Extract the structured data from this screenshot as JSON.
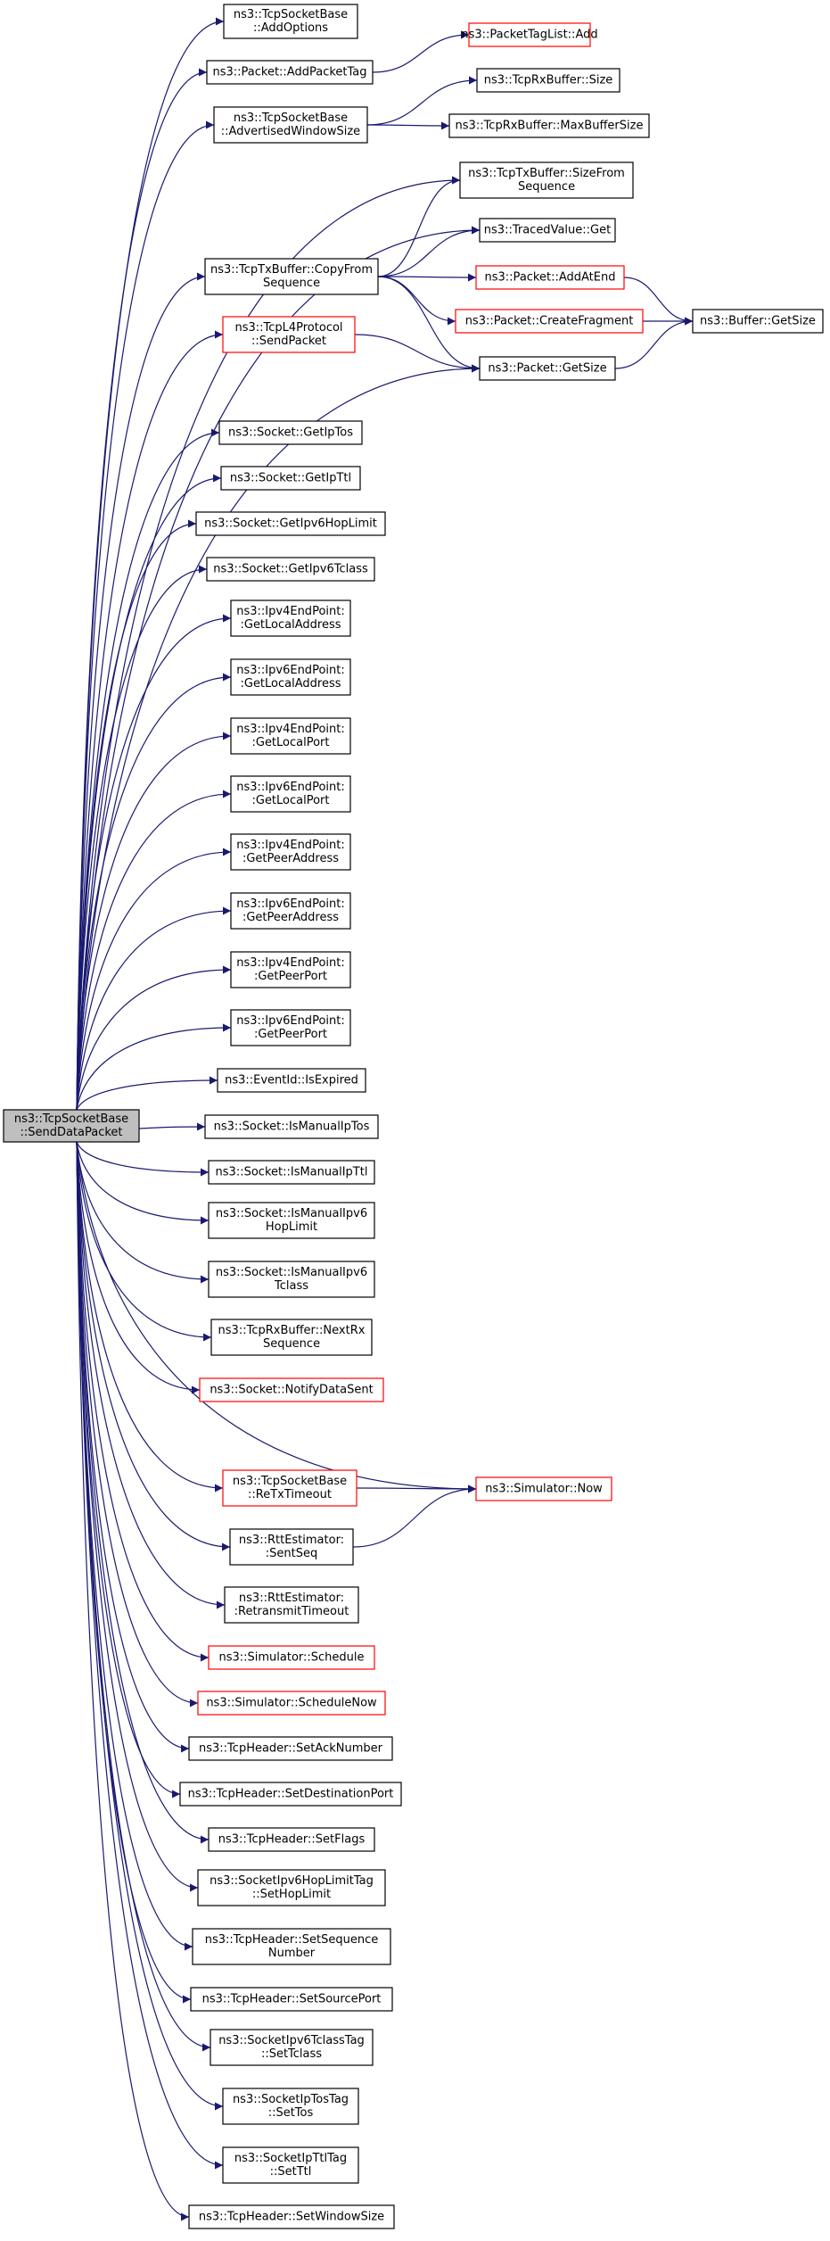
{
  "graph": {
    "colors": {
      "edge": "#191970",
      "box_black": "#000000",
      "box_red": "#ff0000",
      "root_fill": "#bfbfbf",
      "node_fill": "#ffffff",
      "text": "#000000"
    },
    "nodes": [
      {
        "id": "root",
        "lines": [
          "ns3::TcpSocketBase",
          "::SendDataPacket"
        ],
        "border": "black",
        "root": true
      },
      {
        "id": "addoptions",
        "lines": [
          "ns3::TcpSocketBase",
          "::AddOptions"
        ],
        "border": "black"
      },
      {
        "id": "addpackettag",
        "lines": [
          "ns3::Packet::AddPacketTag"
        ],
        "border": "black"
      },
      {
        "id": "packettaglistadd",
        "lines": [
          "ns3::PacketTagList::Add"
        ],
        "border": "red"
      },
      {
        "id": "advwin",
        "lines": [
          "ns3::TcpSocketBase",
          "::AdvertisedWindowSize"
        ],
        "border": "black"
      },
      {
        "id": "rxsize",
        "lines": [
          "ns3::TcpRxBuffer::Size"
        ],
        "border": "black"
      },
      {
        "id": "rxmax",
        "lines": [
          "ns3::TcpRxBuffer::MaxBufferSize"
        ],
        "border": "black"
      },
      {
        "id": "txsizefrom",
        "lines": [
          "ns3::TcpTxBuffer::SizeFrom",
          "Sequence"
        ],
        "border": "black"
      },
      {
        "id": "tracedget",
        "lines": [
          "ns3::TracedValue::Get"
        ],
        "border": "black"
      },
      {
        "id": "copyfrom",
        "lines": [
          "ns3::TcpTxBuffer::CopyFrom",
          "Sequence"
        ],
        "border": "black"
      },
      {
        "id": "addatend",
        "lines": [
          "ns3::Packet::AddAtEnd"
        ],
        "border": "red"
      },
      {
        "id": "createfrag",
        "lines": [
          "ns3::Packet::CreateFragment"
        ],
        "border": "red"
      },
      {
        "id": "buffergetsize",
        "lines": [
          "ns3::Buffer::GetSize"
        ],
        "border": "black"
      },
      {
        "id": "l4send",
        "lines": [
          "ns3::TcpL4Protocol",
          "::SendPacket"
        ],
        "border": "red"
      },
      {
        "id": "packetgetsize",
        "lines": [
          "ns3::Packet::GetSize"
        ],
        "border": "black"
      },
      {
        "id": "getiptos",
        "lines": [
          "ns3::Socket::GetIpTos"
        ],
        "border": "black"
      },
      {
        "id": "getipttl",
        "lines": [
          "ns3::Socket::GetIpTtl"
        ],
        "border": "black"
      },
      {
        "id": "getipv6hop",
        "lines": [
          "ns3::Socket::GetIpv6HopLimit"
        ],
        "border": "black"
      },
      {
        "id": "getipv6tc",
        "lines": [
          "ns3::Socket::GetIpv6Tclass"
        ],
        "border": "black"
      },
      {
        "id": "ipv4localaddr",
        "lines": [
          "ns3::Ipv4EndPoint:",
          ":GetLocalAddress"
        ],
        "border": "black"
      },
      {
        "id": "ipv6localaddr",
        "lines": [
          "ns3::Ipv6EndPoint:",
          ":GetLocalAddress"
        ],
        "border": "black"
      },
      {
        "id": "ipv4localport",
        "lines": [
          "ns3::Ipv4EndPoint:",
          ":GetLocalPort"
        ],
        "border": "black"
      },
      {
        "id": "ipv6localport",
        "lines": [
          "ns3::Ipv6EndPoint:",
          ":GetLocalPort"
        ],
        "border": "black"
      },
      {
        "id": "ipv4peeraddr",
        "lines": [
          "ns3::Ipv4EndPoint:",
          ":GetPeerAddress"
        ],
        "border": "black"
      },
      {
        "id": "ipv6peeraddr",
        "lines": [
          "ns3::Ipv6EndPoint:",
          ":GetPeerAddress"
        ],
        "border": "black"
      },
      {
        "id": "ipv4peerport",
        "lines": [
          "ns3::Ipv4EndPoint:",
          ":GetPeerPort"
        ],
        "border": "black"
      },
      {
        "id": "ipv6peerport",
        "lines": [
          "ns3::Ipv6EndPoint:",
          ":GetPeerPort"
        ],
        "border": "black"
      },
      {
        "id": "isexpired",
        "lines": [
          "ns3::EventId::IsExpired"
        ],
        "border": "black"
      },
      {
        "id": "ismaniptos",
        "lines": [
          "ns3::Socket::IsManualIpTos"
        ],
        "border": "black"
      },
      {
        "id": "ismanipttl",
        "lines": [
          "ns3::Socket::IsManualIpTtl"
        ],
        "border": "black"
      },
      {
        "id": "ismanv6hop",
        "lines": [
          "ns3::Socket::IsManualIpv6",
          "HopLimit"
        ],
        "border": "black"
      },
      {
        "id": "ismanv6tc",
        "lines": [
          "ns3::Socket::IsManualIpv6",
          "Tclass"
        ],
        "border": "black"
      },
      {
        "id": "nextrx",
        "lines": [
          "ns3::TcpRxBuffer::NextRx",
          "Sequence"
        ],
        "border": "black"
      },
      {
        "id": "notifysent",
        "lines": [
          "ns3::Socket::NotifyDataSent"
        ],
        "border": "red"
      },
      {
        "id": "simnow",
        "lines": [
          "ns3::Simulator::Now"
        ],
        "border": "red"
      },
      {
        "id": "retxtimeout",
        "lines": [
          "ns3::TcpSocketBase",
          "::ReTxTimeout"
        ],
        "border": "red"
      },
      {
        "id": "sentseq",
        "lines": [
          "ns3::RttEstimator:",
          ":SentSeq"
        ],
        "border": "black"
      },
      {
        "id": "rtxtimeout",
        "lines": [
          "ns3::RttEstimator:",
          ":RetransmitTimeout"
        ],
        "border": "black"
      },
      {
        "id": "schedule",
        "lines": [
          "ns3::Simulator::Schedule"
        ],
        "border": "red"
      },
      {
        "id": "schedulenow",
        "lines": [
          "ns3::Simulator::ScheduleNow"
        ],
        "border": "red"
      },
      {
        "id": "setack",
        "lines": [
          "ns3::TcpHeader::SetAckNumber"
        ],
        "border": "black"
      },
      {
        "id": "setdstport",
        "lines": [
          "ns3::TcpHeader::SetDestinationPort"
        ],
        "border": "black"
      },
      {
        "id": "setflags",
        "lines": [
          "ns3::TcpHeader::SetFlags"
        ],
        "border": "black"
      },
      {
        "id": "sethoplimit",
        "lines": [
          "ns3::SocketIpv6HopLimitTag",
          "::SetHopLimit"
        ],
        "border": "black"
      },
      {
        "id": "setseq",
        "lines": [
          "ns3::TcpHeader::SetSequence",
          "Number"
        ],
        "border": "black"
      },
      {
        "id": "setsrcport",
        "lines": [
          "ns3::TcpHeader::SetSourcePort"
        ],
        "border": "black"
      },
      {
        "id": "settclass",
        "lines": [
          "ns3::SocketIpv6TclassTag",
          "::SetTclass"
        ],
        "border": "black"
      },
      {
        "id": "settos",
        "lines": [
          "ns3::SocketIpTosTag",
          "::SetTos"
        ],
        "border": "black"
      },
      {
        "id": "setttl",
        "lines": [
          "ns3::SocketIpTtlTag",
          "::SetTtl"
        ],
        "border": "black"
      },
      {
        "id": "setwindow",
        "lines": [
          "ns3::TcpHeader::SetWindowSize"
        ],
        "border": "black"
      }
    ],
    "edges": [
      [
        "root",
        "addoptions"
      ],
      [
        "root",
        "addpackettag"
      ],
      [
        "root",
        "advwin"
      ],
      [
        "root",
        "txsizefrom"
      ],
      [
        "root",
        "tracedget"
      ],
      [
        "root",
        "copyfrom"
      ],
      [
        "root",
        "l4send"
      ],
      [
        "root",
        "packetgetsize"
      ],
      [
        "root",
        "getiptos"
      ],
      [
        "root",
        "getipttl"
      ],
      [
        "root",
        "getipv6hop"
      ],
      [
        "root",
        "getipv6tc"
      ],
      [
        "root",
        "ipv4localaddr"
      ],
      [
        "root",
        "ipv6localaddr"
      ],
      [
        "root",
        "ipv4localport"
      ],
      [
        "root",
        "ipv6localport"
      ],
      [
        "root",
        "ipv4peeraddr"
      ],
      [
        "root",
        "ipv6peeraddr"
      ],
      [
        "root",
        "ipv4peerport"
      ],
      [
        "root",
        "ipv6peerport"
      ],
      [
        "root",
        "isexpired"
      ],
      [
        "root",
        "ismaniptos"
      ],
      [
        "root",
        "ismanipttl"
      ],
      [
        "root",
        "ismanv6hop"
      ],
      [
        "root",
        "ismanv6tc"
      ],
      [
        "root",
        "nextrx"
      ],
      [
        "root",
        "notifysent"
      ],
      [
        "root",
        "simnow"
      ],
      [
        "root",
        "retxtimeout"
      ],
      [
        "root",
        "sentseq"
      ],
      [
        "root",
        "rtxtimeout"
      ],
      [
        "root",
        "schedule"
      ],
      [
        "root",
        "schedulenow"
      ],
      [
        "root",
        "setack"
      ],
      [
        "root",
        "setdstport"
      ],
      [
        "root",
        "setflags"
      ],
      [
        "root",
        "sethoplimit"
      ],
      [
        "root",
        "setseq"
      ],
      [
        "root",
        "setsrcport"
      ],
      [
        "root",
        "settclass"
      ],
      [
        "root",
        "settos"
      ],
      [
        "root",
        "setttl"
      ],
      [
        "root",
        "setwindow"
      ],
      [
        "addpackettag",
        "packettaglistadd"
      ],
      [
        "advwin",
        "rxsize"
      ],
      [
        "advwin",
        "rxmax"
      ],
      [
        "copyfrom",
        "txsizefrom"
      ],
      [
        "copyfrom",
        "tracedget"
      ],
      [
        "copyfrom",
        "addatend"
      ],
      [
        "copyfrom",
        "createfrag"
      ],
      [
        "copyfrom",
        "packetgetsize"
      ],
      [
        "addatend",
        "buffergetsize"
      ],
      [
        "createfrag",
        "buffergetsize"
      ],
      [
        "packetgetsize",
        "buffergetsize"
      ],
      [
        "l4send",
        "packetgetsize"
      ],
      [
        "retxtimeout",
        "simnow"
      ],
      [
        "sentseq",
        "simnow"
      ]
    ]
  }
}
